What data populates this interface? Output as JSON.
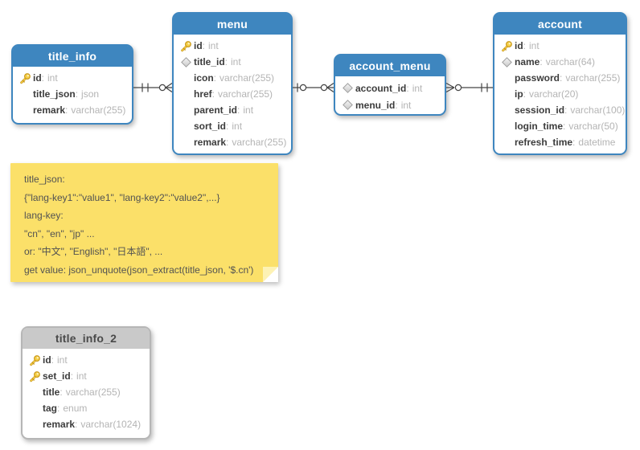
{
  "colors": {
    "table_header_blue": "#3e86bf",
    "table_header_gray": "#c9c9c9",
    "note_yellow": "#fbe069",
    "key_icon_yellow": "#f6cf45",
    "field_type_gray": "#b4b4b4",
    "connector_line": "#444444"
  },
  "tables": [
    {
      "name": "title_info",
      "style": "blue",
      "fields": [
        {
          "name": "id",
          "type": "int",
          "icon": "key-icon"
        },
        {
          "name": "title_json",
          "type": "json",
          "icon": ""
        },
        {
          "name": "remark",
          "type": "varchar(255)",
          "icon": ""
        }
      ]
    },
    {
      "name": "menu",
      "style": "blue",
      "fields": [
        {
          "name": "id",
          "type": "int",
          "icon": "key-icon"
        },
        {
          "name": "title_id",
          "type": "int",
          "icon": "diamond-icon"
        },
        {
          "name": "icon",
          "type": "varchar(255)",
          "icon": ""
        },
        {
          "name": "href",
          "type": "varchar(255)",
          "icon": ""
        },
        {
          "name": "parent_id",
          "type": "int",
          "icon": ""
        },
        {
          "name": "sort_id",
          "type": "int",
          "icon": ""
        },
        {
          "name": "remark",
          "type": "varchar(255)",
          "icon": ""
        }
      ]
    },
    {
      "name": "account_menu",
      "style": "blue",
      "fields": [
        {
          "name": "account_id",
          "type": "int",
          "icon": "diamond-icon"
        },
        {
          "name": "menu_id",
          "type": "int",
          "icon": "diamond-icon"
        }
      ]
    },
    {
      "name": "account",
      "style": "blue",
      "fields": [
        {
          "name": "id",
          "type": "int",
          "icon": "key-icon"
        },
        {
          "name": "name",
          "type": "varchar(64)",
          "icon": "diamond-icon"
        },
        {
          "name": "password",
          "type": "varchar(255)",
          "icon": ""
        },
        {
          "name": "ip",
          "type": "varchar(20)",
          "icon": ""
        },
        {
          "name": "session_id",
          "type": "varchar(100)",
          "icon": ""
        },
        {
          "name": "login_time",
          "type": "varchar(50)",
          "icon": ""
        },
        {
          "name": "refresh_time",
          "type": "datetime",
          "icon": ""
        }
      ]
    },
    {
      "name": "title_info_2",
      "style": "gray",
      "fields": [
        {
          "name": "id",
          "type": "int",
          "icon": "key-icon"
        },
        {
          "name": "set_id",
          "type": "int",
          "icon": "key-icon"
        },
        {
          "name": "title",
          "type": "varchar(255)",
          "icon": ""
        },
        {
          "name": "tag",
          "type": "enum",
          "icon": ""
        },
        {
          "name": "remark",
          "type": "varchar(1024)",
          "icon": ""
        }
      ]
    }
  ],
  "relationships": [
    {
      "from": "title_info",
      "to": "menu",
      "from_cardinality": "exactly-one",
      "to_cardinality": "zero-or-many"
    },
    {
      "from": "menu",
      "to": "account_menu",
      "from_cardinality": "one-or-zero",
      "to_cardinality": "zero-or-many"
    },
    {
      "from": "account_menu",
      "to": "account",
      "from_cardinality": "many-or-zero",
      "to_cardinality": "exactly-one"
    }
  ],
  "note": {
    "lines": [
      "title_json:",
      "{\"lang-key1\":\"value1\", \"lang-key2\":\"value2\",...}",
      "lang-key:",
      "\"cn\", \"en\", \"jp\" ...",
      "or: \"中文\", \"English\", \"日本語\", ...",
      "get value: json_unquote(json_extract(title_json, '$.cn')"
    ]
  }
}
